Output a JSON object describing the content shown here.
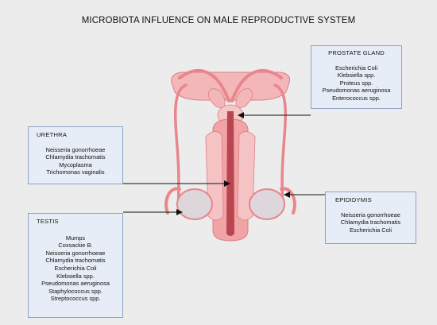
{
  "title": "MICROBIOTA INFLUENCE ON MALE REPRODUCTIVE SYSTEM",
  "colors": {
    "tissue": "#f1a3a6",
    "tissue_light": "#f6c3c4",
    "tissue_outline": "#d97f84",
    "tube": "#e9868b",
    "urethra": "#b8454f",
    "testis": "#ddd6db",
    "box_fill": "#e7edf6",
    "box_border": "#8fa3c6"
  },
  "boxes": {
    "prostate": {
      "heading": "PROSTATE GLAND",
      "items": [
        "Escherichia Coli",
        "Klebsiella spp.",
        "Proteus spp.",
        "Pseudomonas aeruginosa",
        "Enterococcus spp."
      ]
    },
    "urethra": {
      "heading": "URETHRA",
      "items": [
        "Neisseria gonorrhoeae",
        "Chlamydia trachomatis",
        "Mycoplasma",
        "Trichomonas vaginalis"
      ]
    },
    "testis": {
      "heading": "TESTIS",
      "items": [
        "Mumps",
        "Coxsackie B.",
        "Neisseria gonorrhoeae",
        "Chlamydia trachomatis",
        "Escherichia Coli",
        "Klebsiella spp.",
        "Pseudomonas aeruginosa",
        "Staphylococcus spp.",
        "Streptococcus spp."
      ]
    },
    "epididymis": {
      "heading": "EPIDIDYMIS",
      "items": [
        "Neisseria gonorrhoeae",
        "Chlamydia trachomatis",
        "Escherichia Coli"
      ]
    }
  }
}
